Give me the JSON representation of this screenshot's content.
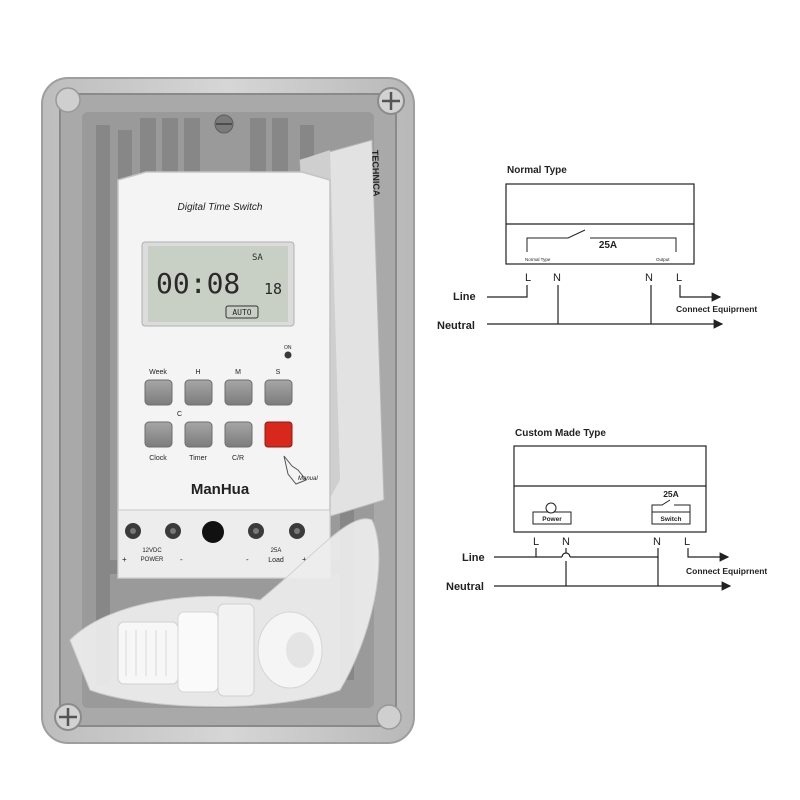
{
  "device": {
    "title": "Digital Time Switch",
    "lcd_time": "00:08",
    "lcd_seconds": "18",
    "lcd_day": "SA",
    "lcd_mode": "AUTO",
    "indicator": "ON",
    "buttons_top": [
      "Week",
      "H",
      "M",
      "S"
    ],
    "buttons_bottom": [
      "Clock",
      "Timer",
      "C/R"
    ],
    "c_label": "C",
    "manual": "Manual",
    "brand": "ManHua",
    "power_label": "12VDC",
    "power_label2": "POWER",
    "load_label": "25A",
    "load_label2": "Load",
    "plus": "+",
    "minus": "-",
    "label_paper": "TECHNICA"
  },
  "diagram_normal": {
    "title": "Normal Type",
    "rating": "25A",
    "left_terminal_label": "Normal Type",
    "right_terminal_label": "Output",
    "terminals": [
      "L",
      "N",
      "N",
      "L"
    ],
    "line": "Line",
    "neutral": "Neutral",
    "connect": "Connect Equiprnent"
  },
  "diagram_custom": {
    "title": "Custom Made Type",
    "rating": "25A",
    "power": "Power",
    "switch": "Switch",
    "terminals": [
      "L",
      "N",
      "N",
      "L"
    ],
    "line": "Line",
    "neutral": "Neutral",
    "connect": "Connect Equiprnent"
  },
  "colors": {
    "enclosure": "#c9c9c9",
    "inner_panel": "#9a9a9a",
    "device_body": "#f4f4f4",
    "lcd": "#c8cfc4",
    "button_grey": "#8d8d8d",
    "button_red": "#d8271c"
  }
}
